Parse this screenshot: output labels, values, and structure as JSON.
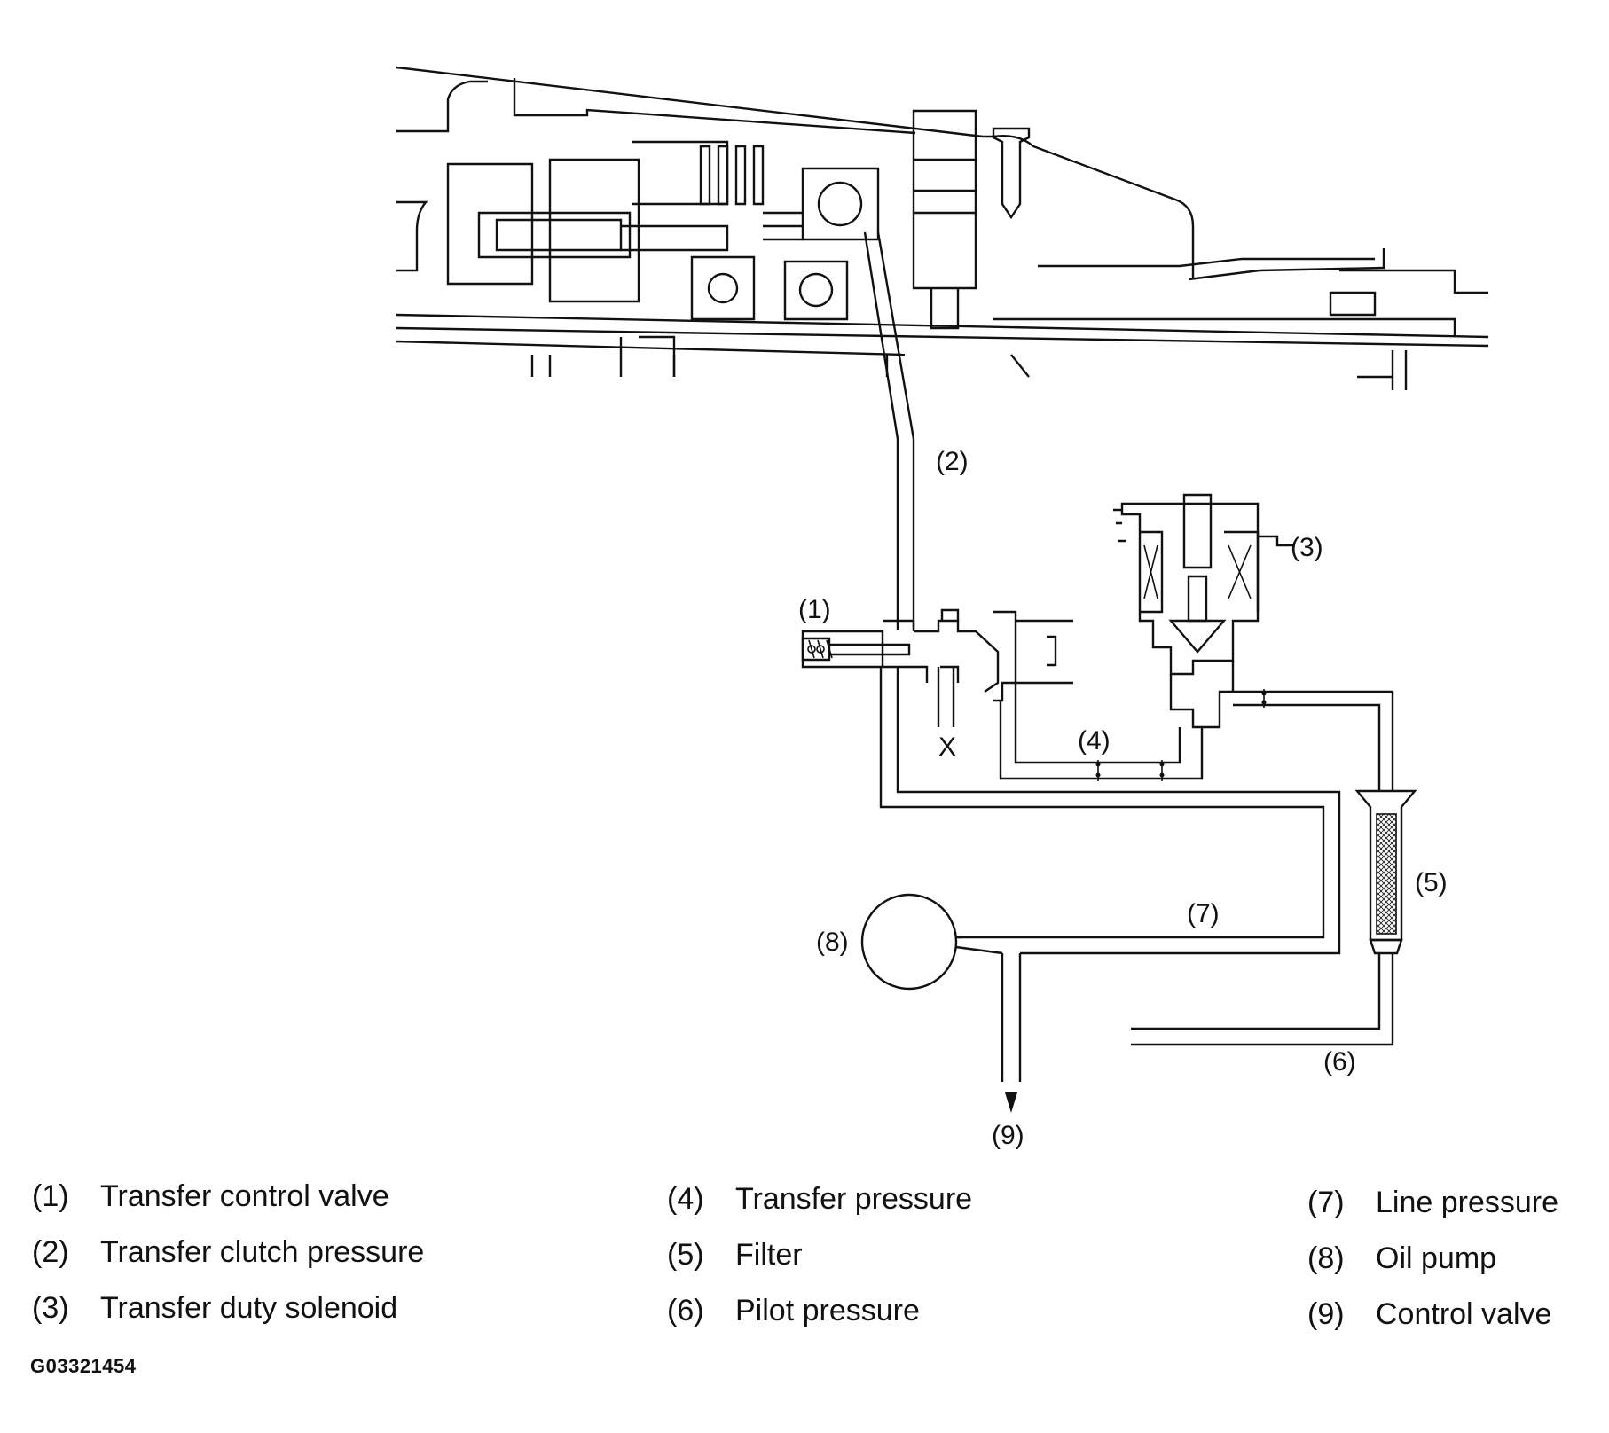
{
  "callouts": {
    "c1": "(1)",
    "c2": "(2)",
    "c3": "(3)",
    "c4": "(4)",
    "c5": "(5)",
    "c6": "(6)",
    "c7": "(7)",
    "c8": "(8)",
    "c9": "(9)",
    "x": "X"
  },
  "legend": [
    {
      "num": "(1)",
      "text": "Transfer control valve"
    },
    {
      "num": "(2)",
      "text": "Transfer clutch pressure"
    },
    {
      "num": "(3)",
      "text": "Transfer duty solenoid"
    },
    {
      "num": "(4)",
      "text": "Transfer pressure"
    },
    {
      "num": "(5)",
      "text": "Filter"
    },
    {
      "num": "(6)",
      "text": "Pilot pressure"
    },
    {
      "num": "(7)",
      "text": "Line pressure"
    },
    {
      "num": "(8)",
      "text": "Oil pump"
    },
    {
      "num": "(9)",
      "text": "Control valve"
    }
  ],
  "figure_code": "G03321454"
}
